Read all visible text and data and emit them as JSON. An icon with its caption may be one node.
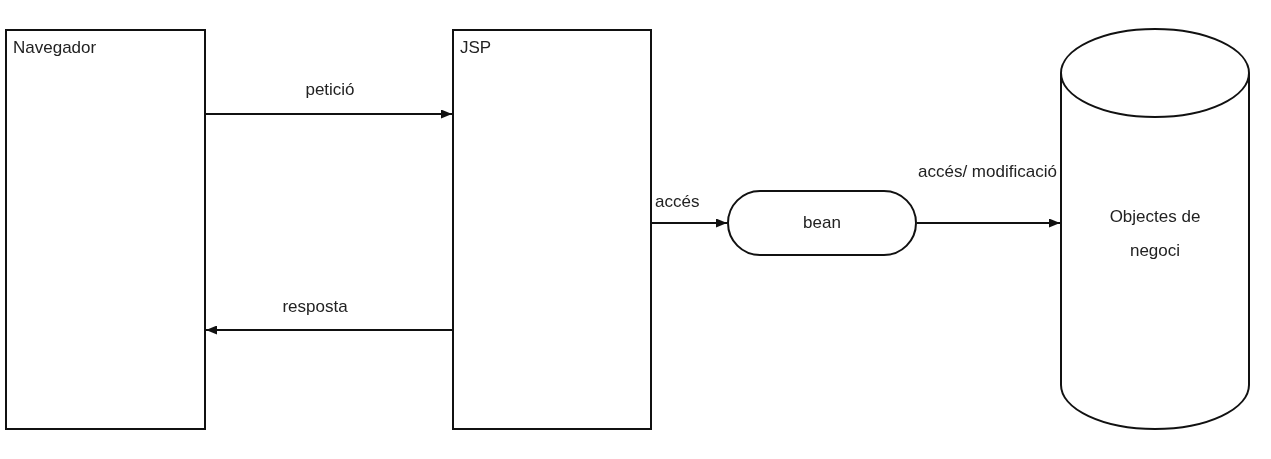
{
  "diagram": {
    "nodes": [
      {
        "text": [
          "Navegador"
        ]
      },
      {
        "text": [
          "JSP"
        ]
      },
      {
        "text": [
          "bean"
        ]
      },
      {
        "text": [
          "Objectes de negoci"
        ]
      }
    ],
    "edges": [
      {
        "from": 0,
        "to": 1,
        "arrow": "to",
        "label": "petició"
      },
      {
        "from": 1,
        "to": 0,
        "arrow": "to",
        "label": "resposta"
      },
      {
        "from": 1,
        "to": 2,
        "arrow": "to",
        "label": "accés"
      },
      {
        "from": 2,
        "to": 3,
        "arrow": "to",
        "label": "accés/ modificació"
      }
    ]
  }
}
